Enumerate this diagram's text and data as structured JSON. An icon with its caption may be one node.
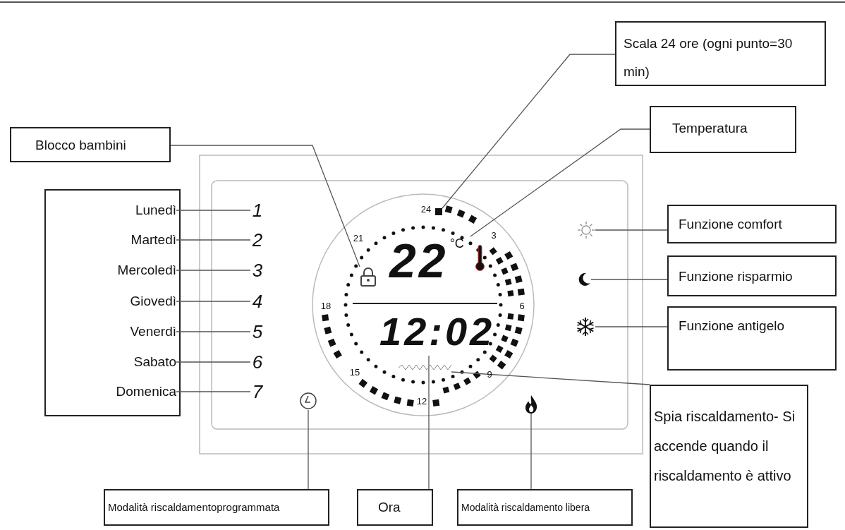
{
  "diagram": {
    "nodes": [
      {
        "text": [
          "Scala 24 ore (ogni punto=30 min)"
        ]
      },
      {
        "text": [
          "Temperatura"
        ]
      },
      {
        "text": [
          "Blocco bambini"
        ]
      },
      {
        "text": [],
        "shape": "box"
      },
      {
        "text": [
          "Lunedì"
        ],
        "in": 3
      },
      {
        "text": [
          "Martedì"
        ],
        "in": 3
      },
      {
        "text": [
          "Mercoledì"
        ],
        "in": 3
      },
      {
        "text": [
          "Giovedì"
        ],
        "in": 3
      },
      {
        "text": [
          "Venerdì"
        ],
        "in": 3
      },
      {
        "text": [
          "Sabato"
        ],
        "in": 3
      },
      {
        "text": [
          "Domenica"
        ],
        "in": 3
      },
      {
        "text": [
          "1"
        ]
      },
      {
        "text": [
          "2"
        ]
      },
      {
        "text": [
          "3"
        ]
      },
      {
        "text": [
          "4"
        ]
      },
      {
        "text": [
          "5"
        ]
      },
      {
        "text": [
          "6"
        ]
      },
      {
        "text": [
          "7"
        ]
      },
      {
        "text": [],
        "shape": "box"
      },
      {
        "text": [],
        "shape": "lock"
      },
      {
        "text": [
          "22",
          "°C"
        ]
      },
      {
        "text": [
          "Funzione comfort"
        ]
      },
      {
        "text": [],
        "shape": "sun"
      },
      {
        "text": [
          "Funzione risparmio"
        ]
      },
      {
        "text": [],
        "shape": "moon"
      },
      {
        "text": [
          "Funzione antigelo"
        ]
      },
      {
        "text": [],
        "shape": "snowflake"
      },
      {
        "text": [
          "12:02"
        ]
      },
      {
        "text": [],
        "shape": "wave"
      },
      {
        "text": [],
        "shape": "clock"
      },
      {
        "text": [],
        "shape": "flame"
      },
      {
        "text": [
          "Spia riscaldamento- Si accende quando il riscaldamento è attivo"
        ]
      },
      {
        "text": [
          "Modalità riscaldamentoprogrammata"
        ]
      },
      {
        "text": [
          "Ora"
        ]
      },
      {
        "text": [
          "Modalità riscaldamento libera"
        ]
      }
    ],
    "edges": [
      {
        "from": 0,
        "to": 18,
        "arrow": "none"
      },
      {
        "from": 1,
        "to": 20,
        "arrow": "none"
      },
      {
        "from": 2,
        "to": 19,
        "arrow": "none"
      },
      {
        "from": 4,
        "to": 11,
        "arrow": "none"
      },
      {
        "from": 5,
        "to": 12,
        "arrow": "none"
      },
      {
        "from": 6,
        "to": 13,
        "arrow": "none"
      },
      {
        "from": 7,
        "to": 14,
        "arrow": "none"
      },
      {
        "from": 8,
        "to": 15,
        "arrow": "none"
      },
      {
        "from": 9,
        "to": 16,
        "arrow": "none"
      },
      {
        "from": 10,
        "to": 17,
        "arrow": "none"
      },
      {
        "from": 21,
        "to": 22,
        "arrow": "none"
      },
      {
        "from": 23,
        "to": 24,
        "arrow": "none"
      },
      {
        "from": 25,
        "to": 26,
        "arrow": "none"
      },
      {
        "from": 31,
        "to": 28,
        "arrow": "none"
      },
      {
        "from": 32,
        "to": 29,
        "arrow": "none"
      },
      {
        "from": 33,
        "to": 27,
        "arrow": "none"
      },
      {
        "from": 34,
        "to": 30,
        "arrow": "none"
      }
    ],
    "labels": [
      "24",
      "21",
      "3",
      "18",
      "6",
      "15",
      "9",
      "12"
    ]
  }
}
